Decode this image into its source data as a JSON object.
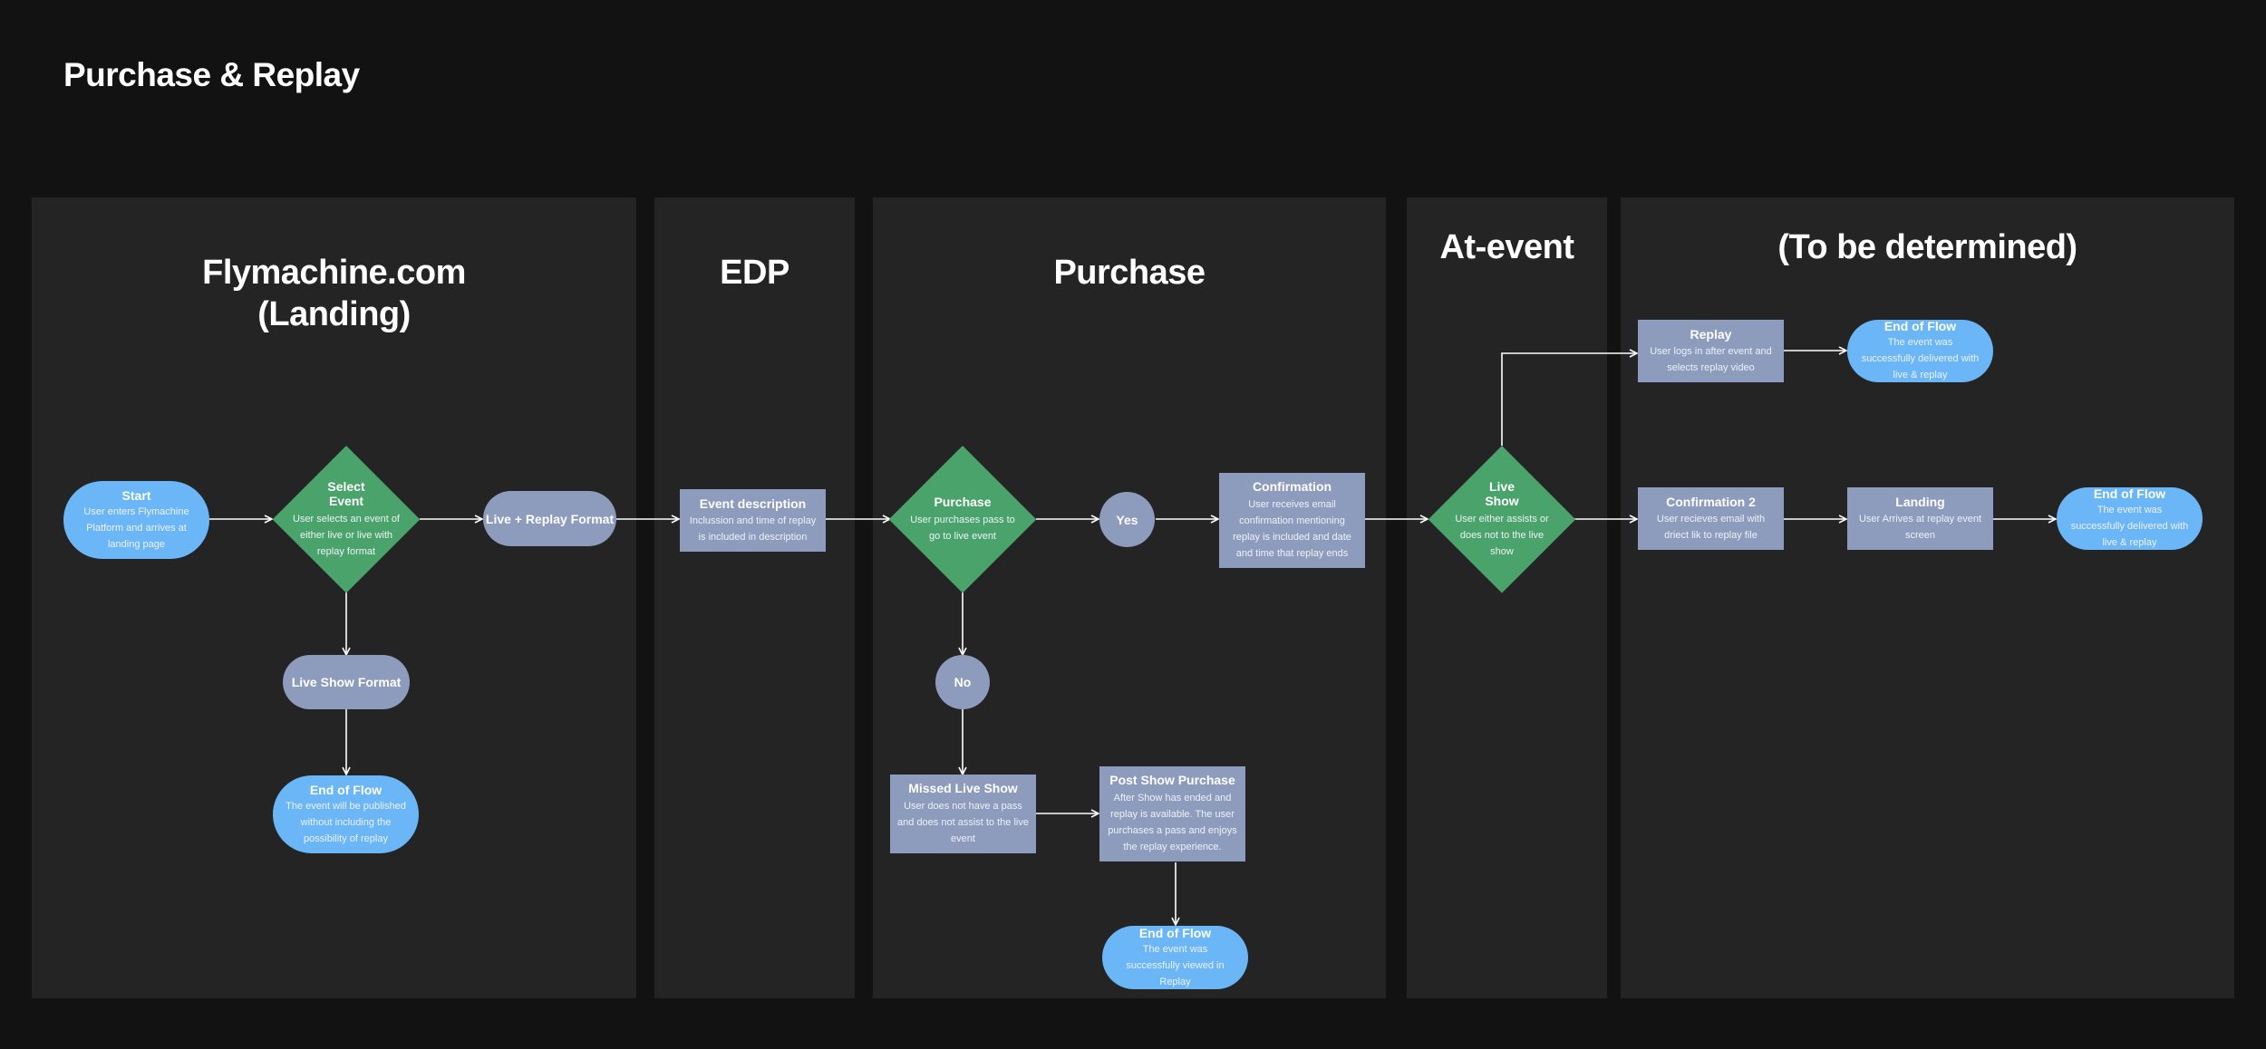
{
  "title": "Purchase & Replay",
  "lanes": {
    "landing": "Flymachine.com\n(Landing)",
    "edp": "EDP",
    "purchase": "Purchase",
    "at_event": "At-event",
    "tbd": "(To be determined)"
  },
  "nodes": {
    "start": {
      "title": "Start",
      "desc": "User enters Flymachine Platform and arrives at landing page"
    },
    "select_event": {
      "title": "Select Event",
      "desc": "User selects an event of either live or live with replay  format"
    },
    "live_replay_format": {
      "title": "Live + Replay Format"
    },
    "live_show_format": {
      "title": "Live Show Format"
    },
    "end_landing": {
      "title": "End of Flow",
      "desc": "The event will be published without including the possibility of replay"
    },
    "event_description": {
      "title": "Event description",
      "desc": "Inclussion and time of replay is included in  description"
    },
    "purchase": {
      "title": "Purchase",
      "desc": "User purchases pass to go to live event"
    },
    "yes": {
      "title": "Yes"
    },
    "no": {
      "title": "No"
    },
    "confirmation": {
      "title": "Confirmation",
      "desc": "User receives email confirmation mentioning replay is included and date and time that replay ends"
    },
    "missed_live_show": {
      "title": "Missed Live Show",
      "desc": "User does not have a pass and does not assist to the live event"
    },
    "post_show_purchase": {
      "title": "Post Show Purchase",
      "desc": "After Show has ended and replay is available. The user purchases a pass and enjoys the replay experience."
    },
    "end_replay_viewed": {
      "title": "End of Flow",
      "desc": "The event was successfully viewed in Replay"
    },
    "live_show": {
      "title": "Live Show",
      "desc": "User either assists or does not to the live show"
    },
    "replay": {
      "title": "Replay",
      "desc": "User logs in after event and selects replay video"
    },
    "end_tbd_top": {
      "title": "End of Flow",
      "desc": "The event was successfully delivered with live & replay"
    },
    "confirmation_2": {
      "title": "Confirmation 2",
      "desc": "User recieves email with driect lik to replay file"
    },
    "landing": {
      "title": "Landing",
      "desc": "User Arrives at replay event screen"
    },
    "end_tbd_bottom": {
      "title": "End of Flow",
      "desc": "The event was successfully delivered with live & replay"
    }
  },
  "colors": {
    "background": "#121212",
    "lane": "#242424",
    "terminal": "#6bb6f6",
    "process": "#8d9bbd",
    "decision": "#4aa36b",
    "connector": "#ffffff"
  }
}
